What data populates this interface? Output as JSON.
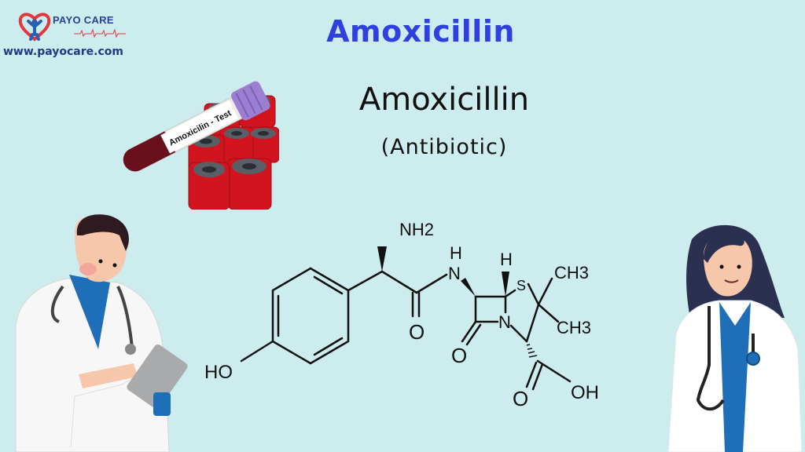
{
  "brand": {
    "name": "PAYO CARE",
    "url": "www.payocare.com",
    "colors": {
      "heart": "#e2383b",
      "figure": "#2b5fb3",
      "text": "#2b3f9e",
      "ecg": "#e2383b"
    }
  },
  "header": {
    "title": "Amoxicillin",
    "title_color": "#2f3fe0"
  },
  "content": {
    "drug_name": "Amoxicillin",
    "drug_class": "(Antibiotic)"
  },
  "test_tube": {
    "label": "Amoxicilin - Test",
    "cap_color": "#9b7fd1",
    "blood_color": "#6a0f1c",
    "vial_color": "#d2141f"
  },
  "structure": {
    "labels": {
      "amine": "NH2",
      "amide_h": "H",
      "amide_n": "N",
      "stereo_h": "H",
      "sulfur": "S",
      "methyl_1": "CH3",
      "methyl_2": "CH3",
      "ring_n": "N",
      "carbonyl_o_amide": "O",
      "carbonyl_o_lactam": "O",
      "carboxyl_o": "O",
      "carboxyl_oh": "OH",
      "phenol": "HO"
    }
  },
  "illustrations": {
    "doctor_male": "male doctor with tablet",
    "doctor_female": "female doctor with stethoscope"
  },
  "background": "#cdeced"
}
